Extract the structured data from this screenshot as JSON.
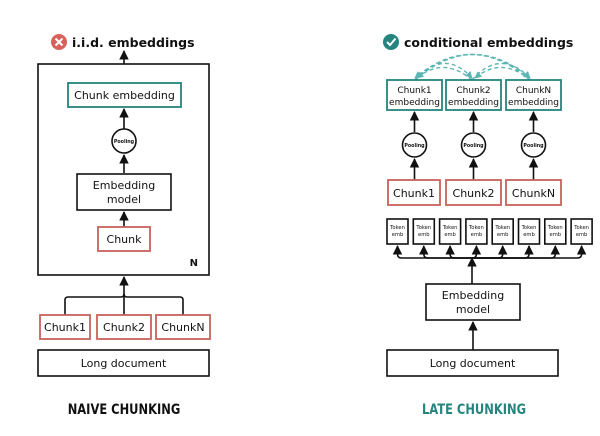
{
  "left": {
    "header": "i.i.d. embeddings",
    "header_icon": "cross-circle-icon",
    "chunk_embedding": "Chunk embedding",
    "pooling": "Pooling",
    "embedding_model": [
      "Embedding",
      "model"
    ],
    "chunk": "Chunk",
    "repeat_label": "N",
    "chunks": [
      "Chunk1",
      "Chunk2",
      "ChunkN"
    ],
    "long_document": "Long document",
    "footer": "NAIVE CHUNKING"
  },
  "right": {
    "header": "conditional embeddings",
    "header_icon": "check-circle-icon",
    "chunk_embeddings": [
      [
        "Chunk1",
        "embedding"
      ],
      [
        "Chunk2",
        "embedding"
      ],
      [
        "ChunkN",
        "embedding"
      ]
    ],
    "pooling": "Pooling",
    "chunks": [
      "Chunk1",
      "Chunk2",
      "ChunkN"
    ],
    "token_emb": [
      "Token",
      "emb"
    ],
    "token_count": 8,
    "embedding_model": [
      "Embedding",
      "model"
    ],
    "long_document": "Long document",
    "footer": "LATE CHUNKING"
  },
  "colors": {
    "red": "#c9615b",
    "teal": "#23857e",
    "teal_dashed": "#5bb5b3",
    "cross_icon": "#d8625a",
    "check_icon": "#23857e"
  }
}
